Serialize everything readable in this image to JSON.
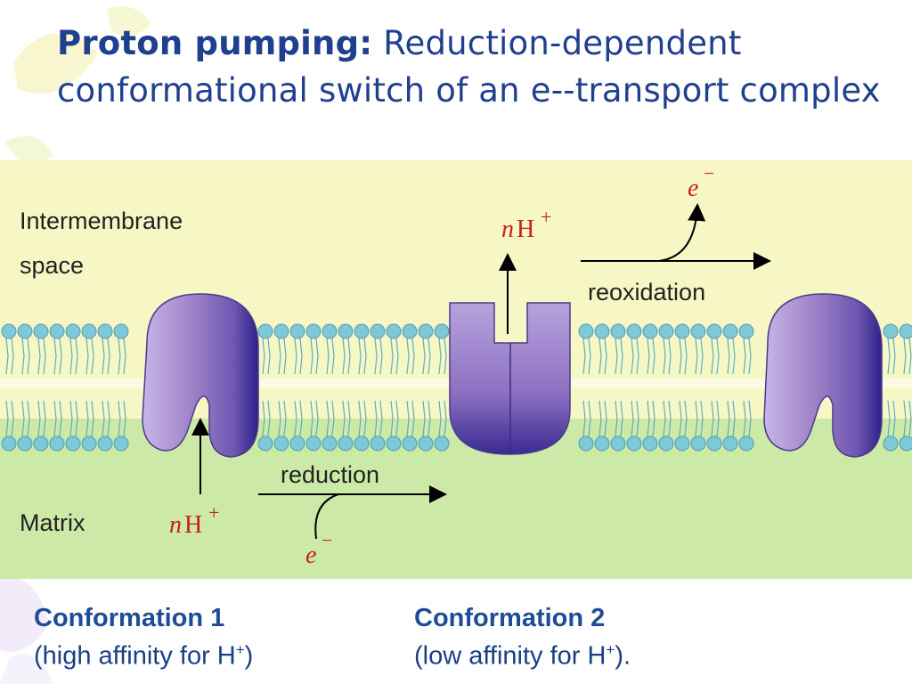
{
  "title": {
    "bold": "Proton pumping:",
    "rest": " Reduction-dependent conformational switch of an e--transport complex"
  },
  "diagram": {
    "region_top": "Intermembrane",
    "region_top_2": "space",
    "region_bottom": "Matrix",
    "label_reduction": "reduction",
    "label_reoxidation": "reoxidation",
    "proton_n": "n",
    "proton_h": "H",
    "plus": "+",
    "electron_e": "e",
    "minus": "−"
  },
  "captions": [
    {
      "title": "Conformation 1",
      "note_pre": "(high affinity for H",
      "sup": "+",
      "note_post": ")"
    },
    {
      "title": "Conformation 2",
      "note_pre": "(low affinity for H",
      "sup": "+",
      "note_post": ")."
    }
  ],
  "colors": {
    "intermembrane": "#f7f7c6",
    "matrix": "#cde9a8",
    "lipid_head": "#7fc8d6",
    "protein": "#9d7fc7",
    "protein_dark": "#3b2a8a",
    "title": "#1f3f8f"
  }
}
